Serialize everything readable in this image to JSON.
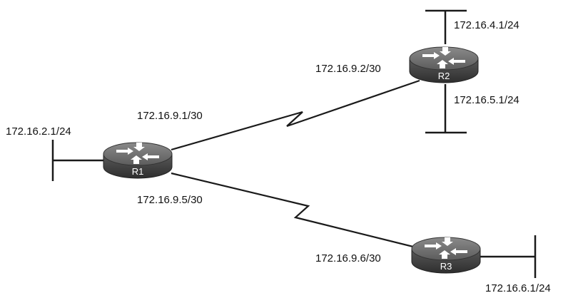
{
  "routers": {
    "r1": {
      "name": "R1"
    },
    "r2": {
      "name": "R2"
    },
    "r3": {
      "name": "R3"
    }
  },
  "addresses": {
    "r1_lan": "172.16.2.1/24",
    "r1_serial_to_r2": "172.16.9.1/30",
    "r1_serial_to_r3": "172.16.9.5/30",
    "r2_serial": "172.16.9.2/30",
    "r2_lan_top": "172.16.4.1/24",
    "r2_lan_bottom": "172.16.5.1/24",
    "r3_serial": "172.16.9.6/30",
    "r3_lan": "172.16.6.1/24"
  },
  "links": [
    {
      "from": "R1",
      "to": "R2",
      "type": "serial"
    },
    {
      "from": "R1",
      "to": "R3",
      "type": "serial"
    }
  ],
  "colors": {
    "router_body": "#4a4a4a",
    "router_top": "#6e6e6e",
    "line": "#1a1a1a"
  }
}
